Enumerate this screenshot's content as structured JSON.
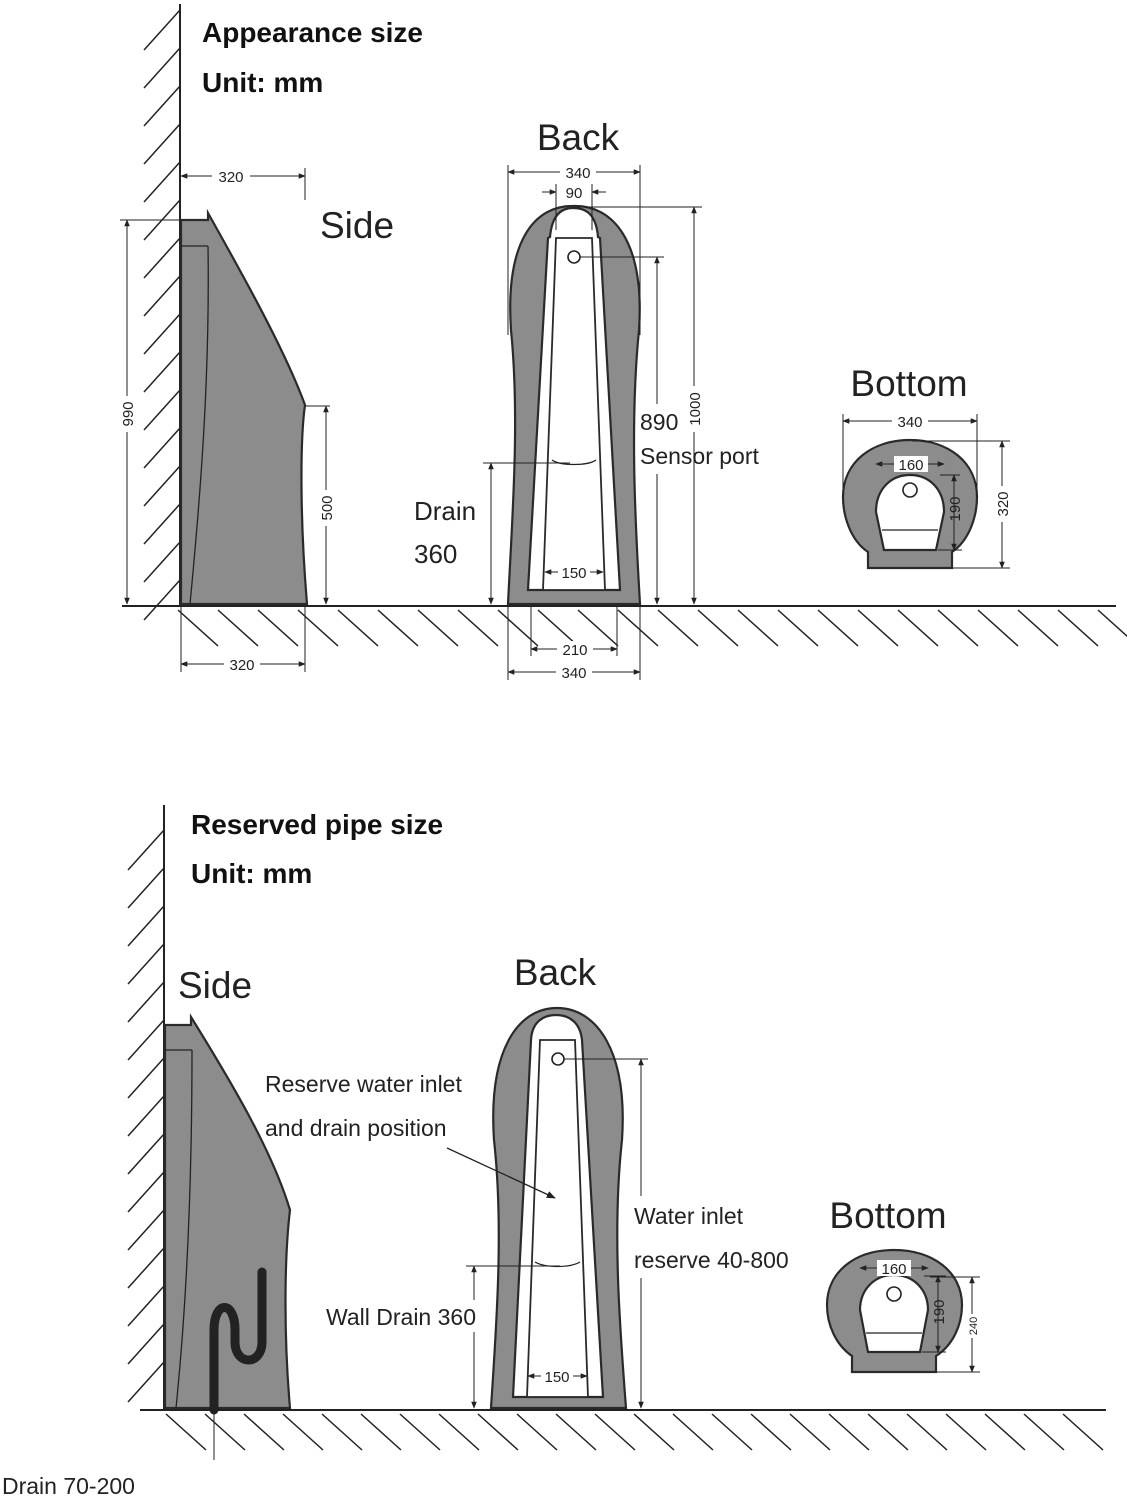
{
  "section_appearance": {
    "title": "Appearance size",
    "unit": "Unit: mm",
    "side": {
      "label": "Side",
      "dims": {
        "width_top": "320",
        "height_total": "990",
        "height_lower": "500",
        "width_base": "320"
      }
    },
    "back": {
      "label": "Back",
      "dims": {
        "width_top": "340",
        "top_inner": "90",
        "height_total": "1000",
        "bottom_inner": "150",
        "base_inner": "210",
        "base_outer": "340"
      },
      "sensor_value": "890",
      "sensor_text": "Sensor port",
      "drain_word": "Drain",
      "drain_value": "360"
    },
    "bottom": {
      "label": "Bottom",
      "dims": {
        "width": "340",
        "inner": "160",
        "height_inner": "190",
        "height_total": "320"
      }
    }
  },
  "section_pipe": {
    "title": "Reserved pipe size",
    "unit": "Unit: mm",
    "side": {
      "label": "Side",
      "drain_note": "Drain 70-200"
    },
    "back": {
      "label": "Back",
      "reserve_line1": "Reserve water inlet",
      "reserve_line2": "and drain position",
      "inlet_line1": "Water inlet",
      "inlet_line2": "reserve 40-800",
      "wall_drain": "Wall Drain 360",
      "dims": {
        "bottom_inner": "150"
      }
    },
    "bottom": {
      "label": "Bottom",
      "dims": {
        "inner": "160",
        "height_inner": "190",
        "height_total": "240"
      }
    }
  }
}
